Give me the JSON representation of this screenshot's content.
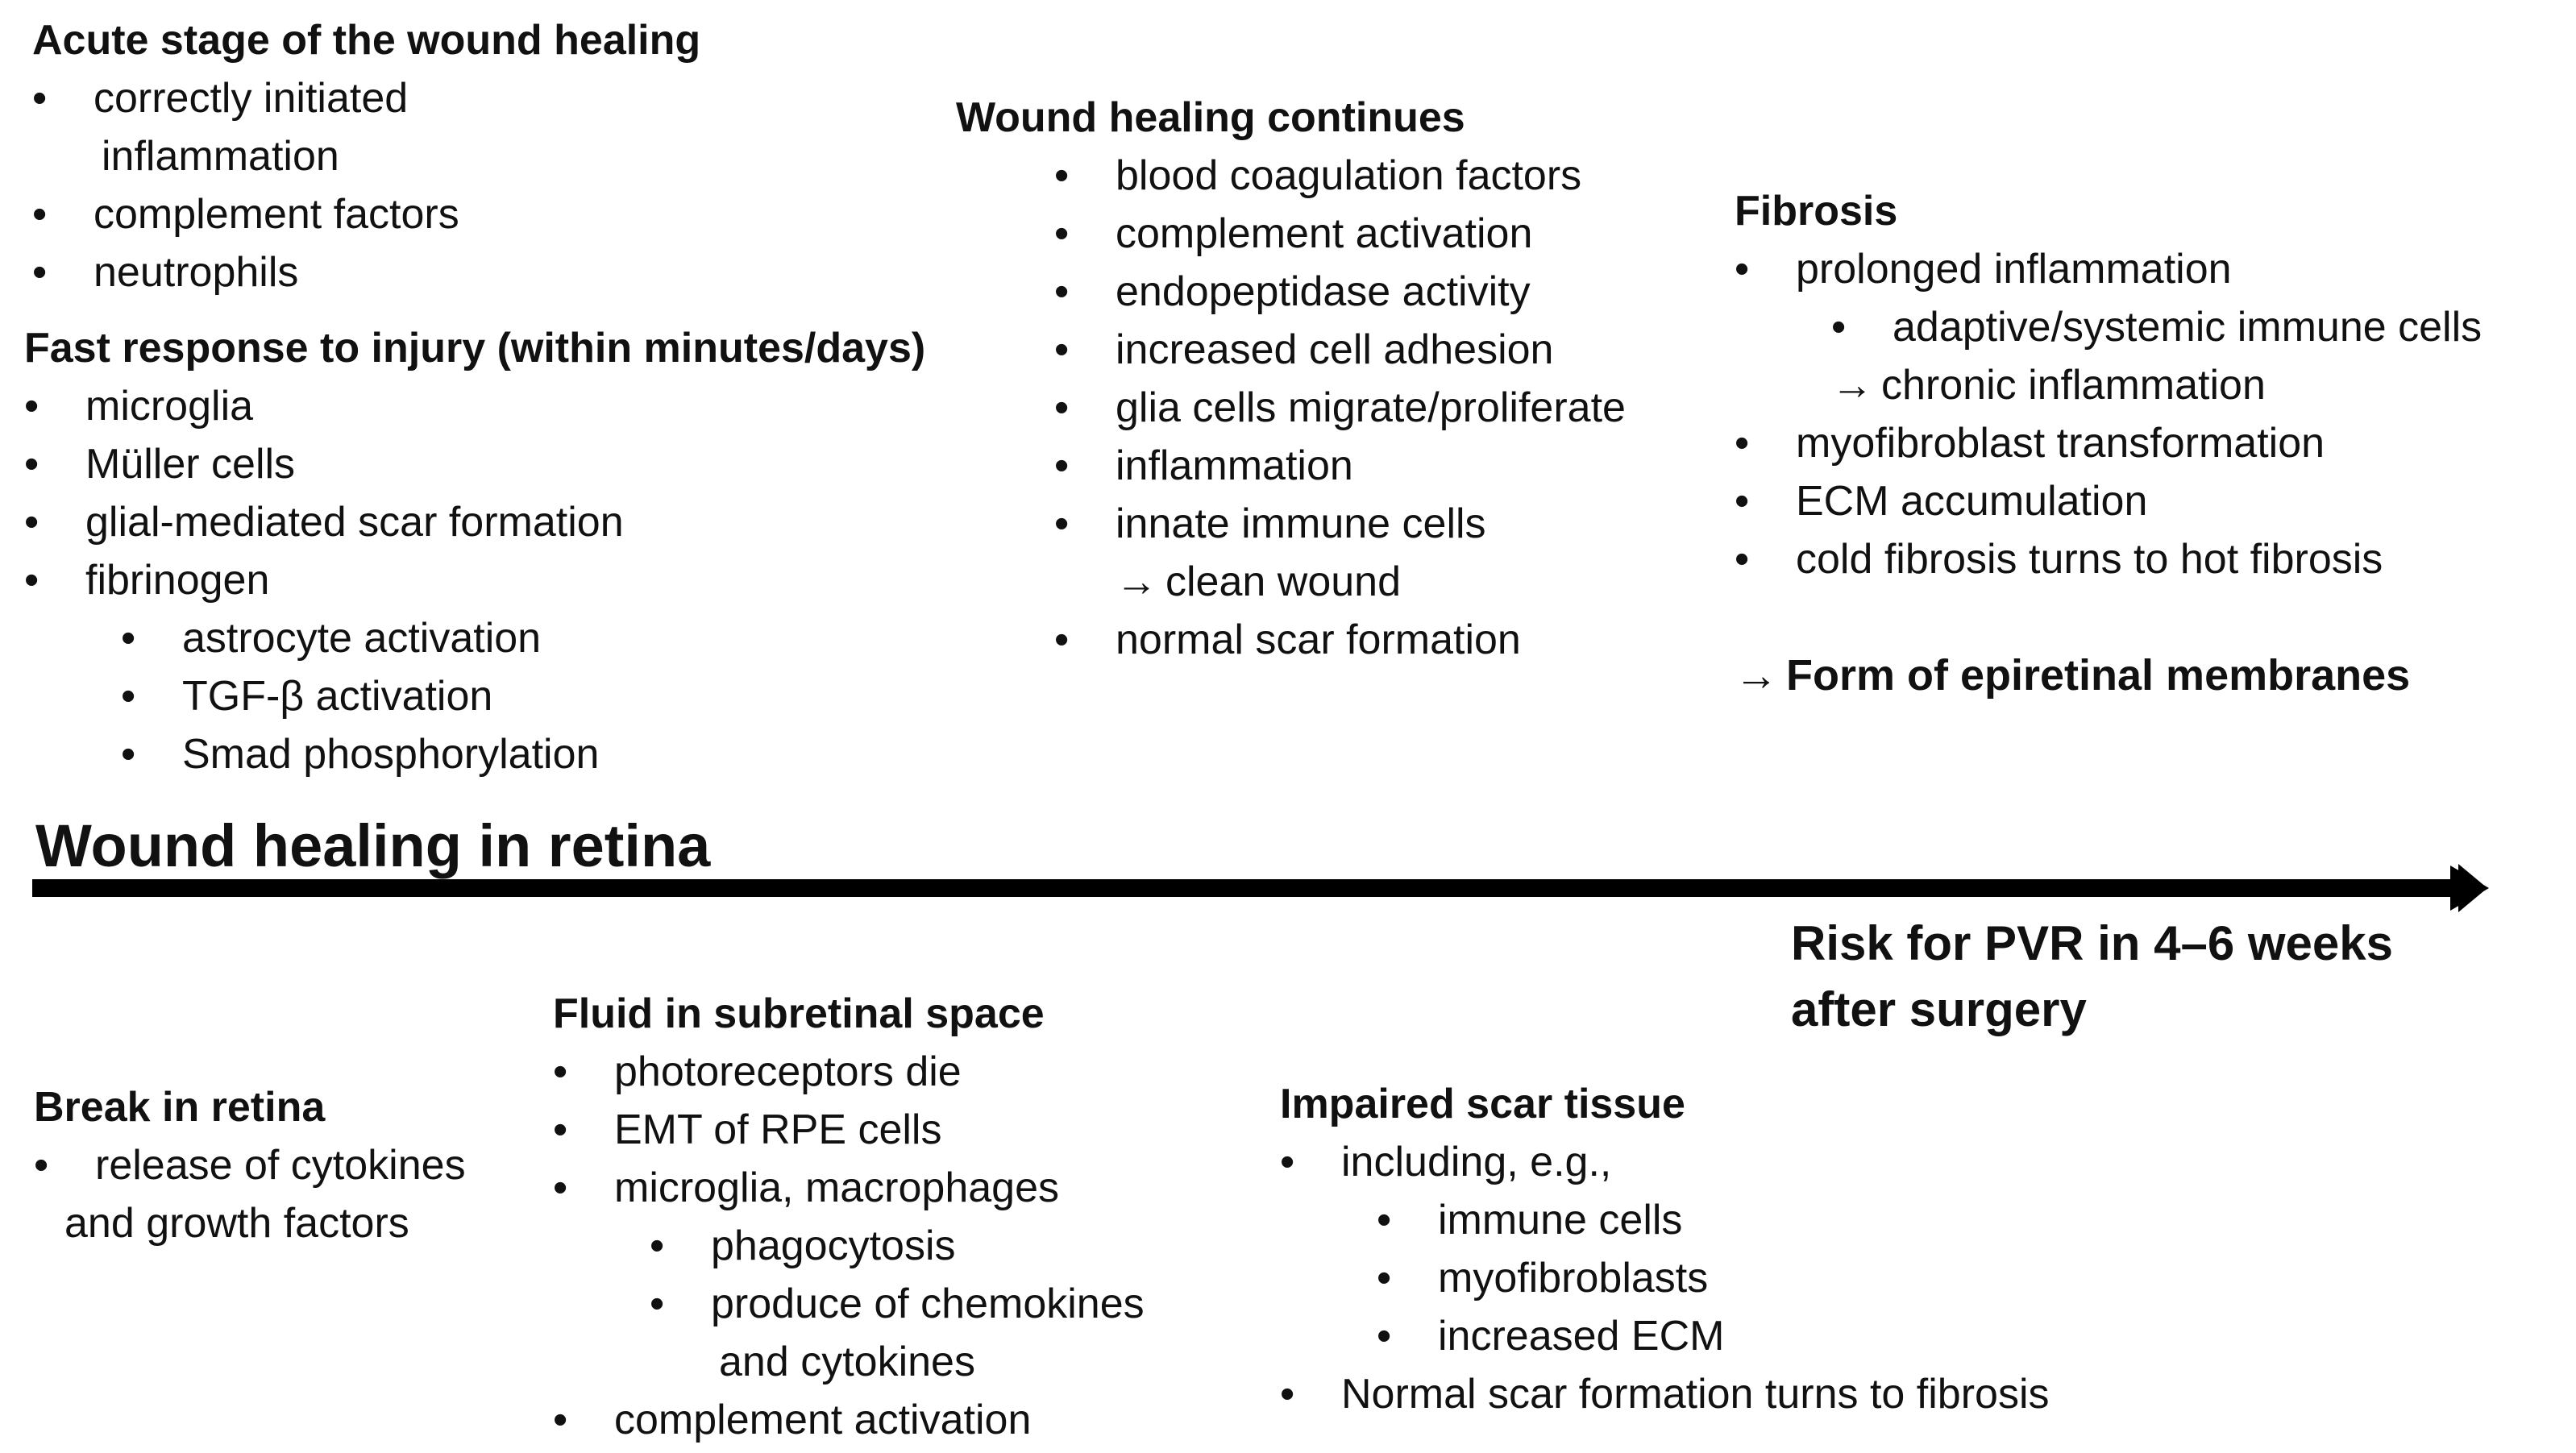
{
  "title": "Wound healing in retina",
  "top": {
    "acute": {
      "heading": "Acute stage of the wound healing",
      "items": [
        "correctly initiated",
        "inflammation",
        "complement factors",
        "neutrophils"
      ]
    },
    "fast": {
      "heading": "Fast response to injury (within minutes/days)",
      "items": [
        "microglia",
        "Müller cells",
        "glial-mediated scar formation",
        "fibrinogen"
      ],
      "subitems": [
        "astrocyte activation",
        "TGF-β activation",
        "Smad phosphorylation"
      ]
    },
    "continues": {
      "heading": "Wound healing continues",
      "items": [
        "blood coagulation factors",
        "complement activation",
        "endopeptidase activity",
        "increased cell adhesion",
        "glia cells migrate/proliferate",
        "inflammation",
        "innate immune cells",
        "clean wound",
        "normal scar formation"
      ]
    },
    "fibrosis": {
      "heading": "Fibrosis",
      "items": [
        "prolonged inflammation",
        "adaptive/systemic immune cells",
        "chronic inflammation",
        "myofibroblast transformation",
        "ECM accumulation",
        "cold fibrosis turns to hot fibrosis"
      ],
      "conclusion": "Form of epiretinal membranes"
    }
  },
  "bottom": {
    "risk": {
      "line1": "Risk for PVR in 4–6 weeks",
      "line2": "after surgery"
    },
    "break": {
      "heading": "Break in retina",
      "items": [
        "release of cytokines",
        "and growth factors"
      ]
    },
    "fluid": {
      "heading": "Fluid in subretinal space",
      "items": [
        "photoreceptors die",
        "EMT of RPE cells",
        "microglia, macrophages",
        "phagocytosis",
        "produce of chemokines",
        "and cytokines",
        "complement activation"
      ]
    },
    "impaired": {
      "heading": "Impaired scar tissue",
      "items": [
        "including, e.g.,",
        "immune cells",
        "myofibroblasts",
        "increased ECM",
        "Normal scar formation turns to fibrosis"
      ]
    }
  },
  "arrow_glyph": "→",
  "colors": {
    "text": "#111111",
    "timeline": "#000000"
  }
}
